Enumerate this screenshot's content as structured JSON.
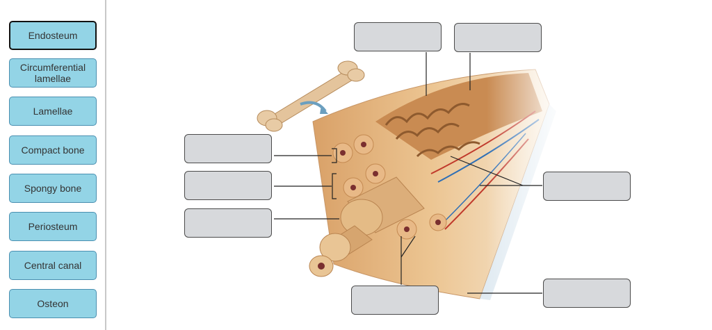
{
  "terms": [
    {
      "label": "Endosteum",
      "selected": true
    },
    {
      "label": "Circumferential lamellae",
      "selected": false
    },
    {
      "label": "Lamellae",
      "selected": false
    },
    {
      "label": "Compact bone",
      "selected": false
    },
    {
      "label": "Spongy bone",
      "selected": false
    },
    {
      "label": "Periosteum",
      "selected": false
    },
    {
      "label": "Central canal",
      "selected": false
    },
    {
      "label": "Osteon",
      "selected": false
    }
  ],
  "drop_zones": [
    {
      "id": "top-left-target",
      "value": ""
    },
    {
      "id": "top-right-target",
      "value": ""
    },
    {
      "id": "left-upper-target",
      "value": ""
    },
    {
      "id": "left-middle-target",
      "value": ""
    },
    {
      "id": "left-lower-target",
      "value": ""
    },
    {
      "id": "right-middle-target",
      "value": ""
    },
    {
      "id": "bottom-center-target",
      "value": ""
    },
    {
      "id": "bottom-right-target",
      "value": ""
    }
  ],
  "colors": {
    "term_fill": "#93d4e6",
    "drop_fill": "#d7d9dc",
    "bone_tan": "#e5b67e",
    "spongy": "#c98b52"
  }
}
